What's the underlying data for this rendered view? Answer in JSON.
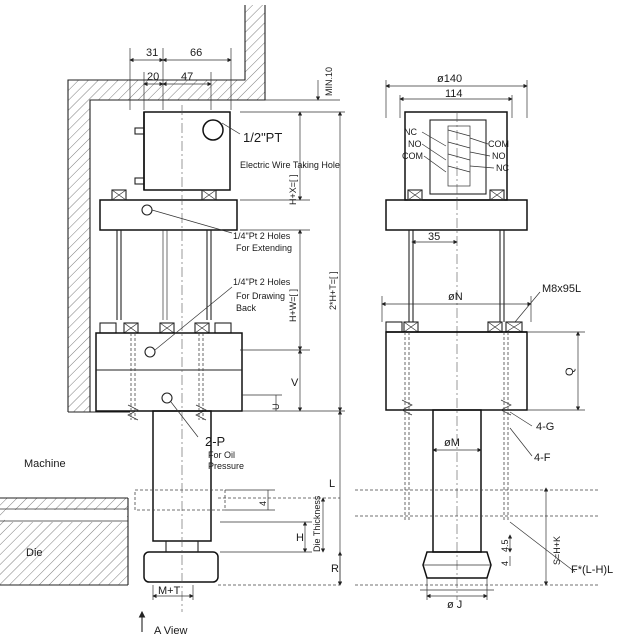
{
  "left_view": {
    "dim_top": [
      "31",
      "66",
      "20",
      "47"
    ],
    "port_main": "1/2\"PT",
    "wire_hole": "Electric Wire Taking Hole",
    "extend_holes": [
      "1/4\"Pt 2 Holes",
      "For Extending"
    ],
    "drawing_holes": [
      "1/4\"Pt 2 Holes",
      "For Drawing",
      "Back"
    ],
    "oil_port": "2-P",
    "oil_note": [
      "For Oil",
      "Pressure"
    ],
    "dim_min": "MIN.10",
    "dim_hx": "H+X=[ ]",
    "dim_total": "2*H+T=[ ]",
    "dim_hw": "H+W=[ ]",
    "dim_v": "V",
    "dim_u": "U",
    "dim_l": "L",
    "dim_4": "4",
    "dim_h": "H",
    "dim_die_thickness": "Die Thickness",
    "dim_r": "R",
    "dim_mt": "M+T",
    "machine": "Machine",
    "die": "Die",
    "a_view": "A View"
  },
  "right_view": {
    "dim_140": "ø140",
    "dim_114": "114",
    "switch_left": [
      "NC",
      "NO",
      "COM"
    ],
    "switch_right": [
      "COM",
      "NO",
      "NC"
    ],
    "dim_35": "35",
    "dim_n": "øN",
    "bolt": "M8x95L",
    "dim_q": "Q",
    "hole_g": "4-G",
    "hole_f": "4-F",
    "dim_m": "øM",
    "dim_shk": "S=H+K",
    "dim_45": "4.5",
    "dim_4": "4",
    "dim_f": "F*(L-H)L",
    "dim_j": "ø J"
  }
}
